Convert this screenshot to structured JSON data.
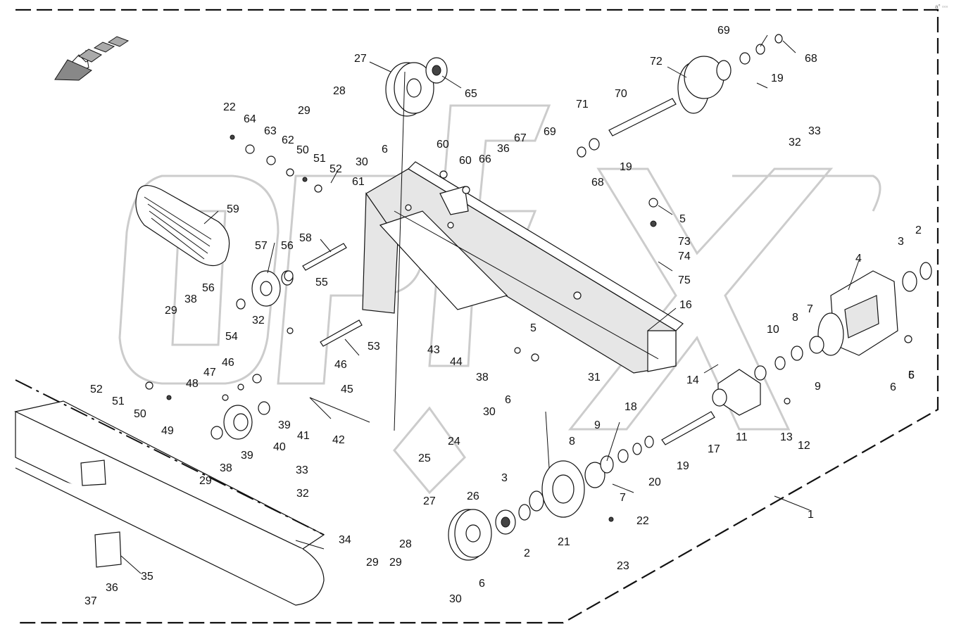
{
  "diagram": {
    "corner_mark": "a° ◦◦◦",
    "callouts": [
      {
        "id": "27",
        "text": "27"
      },
      {
        "id": "65",
        "text": "65"
      },
      {
        "id": "28",
        "text": "28"
      },
      {
        "id": "29",
        "text": "29"
      },
      {
        "id": "30",
        "text": "30"
      },
      {
        "id": "6",
        "text": "6"
      },
      {
        "id": "22",
        "text": "22"
      },
      {
        "id": "64",
        "text": "64"
      },
      {
        "id": "63",
        "text": "63"
      },
      {
        "id": "62",
        "text": "62"
      },
      {
        "id": "50",
        "text": "50"
      },
      {
        "id": "51",
        "text": "51"
      },
      {
        "id": "52",
        "text": "52"
      },
      {
        "id": "61",
        "text": "61"
      },
      {
        "id": "60",
        "text": "60"
      },
      {
        "id": "66",
        "text": "66"
      },
      {
        "id": "36",
        "text": "36"
      },
      {
        "id": "67",
        "text": "67"
      },
      {
        "id": "69",
        "text": "69"
      },
      {
        "id": "68",
        "text": "68"
      },
      {
        "id": "72",
        "text": "72"
      },
      {
        "id": "19",
        "text": "19"
      },
      {
        "id": "70",
        "text": "70"
      },
      {
        "id": "71",
        "text": "71"
      },
      {
        "id": "33",
        "text": "33"
      },
      {
        "id": "32",
        "text": "32"
      },
      {
        "id": "59",
        "text": "59"
      },
      {
        "id": "58",
        "text": "58"
      },
      {
        "id": "57",
        "text": "57"
      },
      {
        "id": "56",
        "text": "56"
      },
      {
        "id": "38",
        "text": "38"
      },
      {
        "id": "55",
        "text": "55"
      },
      {
        "id": "54",
        "text": "54"
      },
      {
        "id": "53",
        "text": "53"
      },
      {
        "id": "46",
        "text": "46"
      },
      {
        "id": "47",
        "text": "47"
      },
      {
        "id": "48",
        "text": "48"
      },
      {
        "id": "45",
        "text": "45"
      },
      {
        "id": "49",
        "text": "49"
      },
      {
        "id": "39",
        "text": "39"
      },
      {
        "id": "40",
        "text": "40"
      },
      {
        "id": "41",
        "text": "41"
      },
      {
        "id": "42",
        "text": "42"
      },
      {
        "id": "43",
        "text": "43"
      },
      {
        "id": "44",
        "text": "44"
      },
      {
        "id": "5",
        "text": "5"
      },
      {
        "id": "73",
        "text": "73"
      },
      {
        "id": "74",
        "text": "74"
      },
      {
        "id": "75",
        "text": "75"
      },
      {
        "id": "16",
        "text": "16"
      },
      {
        "id": "31",
        "text": "31"
      },
      {
        "id": "14",
        "text": "14"
      },
      {
        "id": "4",
        "text": "4"
      },
      {
        "id": "3",
        "text": "3"
      },
      {
        "id": "2",
        "text": "2"
      },
      {
        "id": "7",
        "text": "7"
      },
      {
        "id": "8",
        "text": "8"
      },
      {
        "id": "10",
        "text": "10"
      },
      {
        "id": "9",
        "text": "9"
      },
      {
        "id": "11",
        "text": "11"
      },
      {
        "id": "13",
        "text": "13"
      },
      {
        "id": "12",
        "text": "12"
      },
      {
        "id": "18",
        "text": "18"
      },
      {
        "id": "17",
        "text": "17"
      },
      {
        "id": "20",
        "text": "20"
      },
      {
        "id": "24",
        "text": "24"
      },
      {
        "id": "25",
        "text": "25"
      },
      {
        "id": "26",
        "text": "26"
      },
      {
        "id": "21",
        "text": "21"
      },
      {
        "id": "23",
        "text": "23"
      },
      {
        "id": "1",
        "text": "1"
      },
      {
        "id": "34",
        "text": "34"
      },
      {
        "id": "35",
        "text": "35"
      },
      {
        "id": "37",
        "text": "37"
      }
    ]
  },
  "colors": {
    "ink": "#111111",
    "watermark": "#cccccc",
    "background": "#ffffff"
  }
}
